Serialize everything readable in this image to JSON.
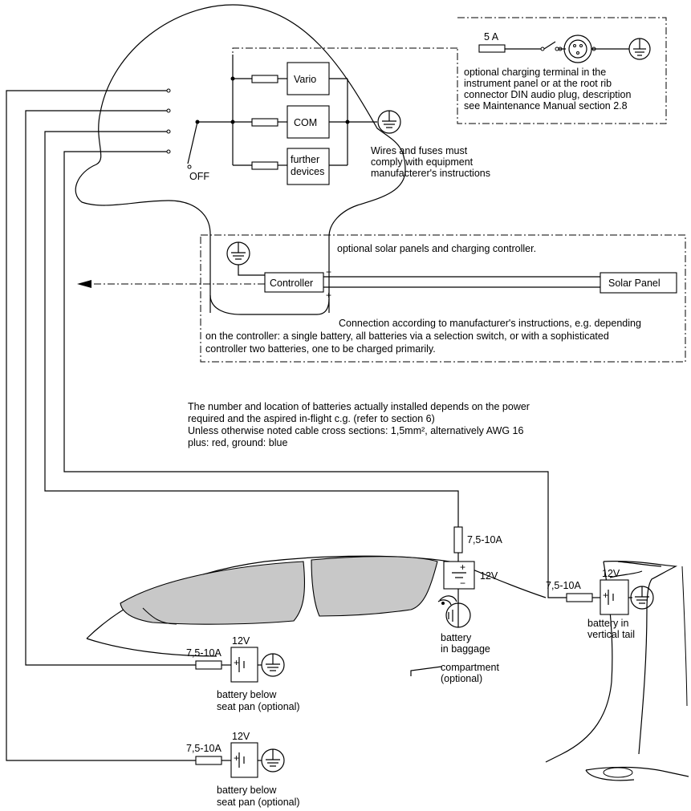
{
  "colors": {
    "wire": "#000000",
    "canopy_glass": "#c8c8c8",
    "background": "#ffffff"
  },
  "switch": {
    "off_label": "OFF"
  },
  "instruments": {
    "vario": "Vario",
    "com": "COM",
    "further_line1": "further",
    "further_line2": "devices"
  },
  "wiring_note": {
    "line1": "Wires and fuses must",
    "line2": "comply with equipment",
    "line3": "manufacterer's instructions"
  },
  "charging_terminal": {
    "fuse_label": "5 A",
    "line1": "optional charging terminal in the",
    "line2": "instrument panel or at the root rib",
    "line3": "connector DIN audio plug, description",
    "line4": "see Maintenance Manual section 2.8"
  },
  "solar": {
    "heading": "optional solar panels and charging controller.",
    "controller": "Controller",
    "panel": "Solar Panel",
    "minus": "−",
    "plus": "+",
    "note_line1": "Connection according to manufacturer's instructions, e.g. depending",
    "note_line2": "on the controller: a single battery, all batteries via a selection switch, or with a sophisticated",
    "note_line3": "controller two batteries, one to be charged primarily."
  },
  "general_notes": {
    "line1": "The number and location of batteries actually installed depends on the power",
    "line2": "required and the aspired in-flight c.g. (refer to section 6)",
    "line3": "Unless otherwise noted cable cross sections: 1,5mm², alternatively AWG 16",
    "line4": "plus: red, ground: blue"
  },
  "batteries": {
    "baggage": {
      "fuse": "7,5-10A",
      "voltage": "12V",
      "line1": "battery",
      "line2": "in baggage",
      "line3": "compartment",
      "line4": "(optional)"
    },
    "tail": {
      "fuse": "7,5-10A",
      "voltage": "12V",
      "line1": "battery in",
      "line2": "vertical tail"
    },
    "seat1": {
      "fuse": "7,5-10A",
      "voltage": "12V",
      "line1": "battery below",
      "line2": "seat pan (optional)"
    },
    "seat2": {
      "fuse": "7,5-10A",
      "voltage": "12V",
      "line1": "battery below",
      "line2": "seat pan (optional)"
    }
  }
}
